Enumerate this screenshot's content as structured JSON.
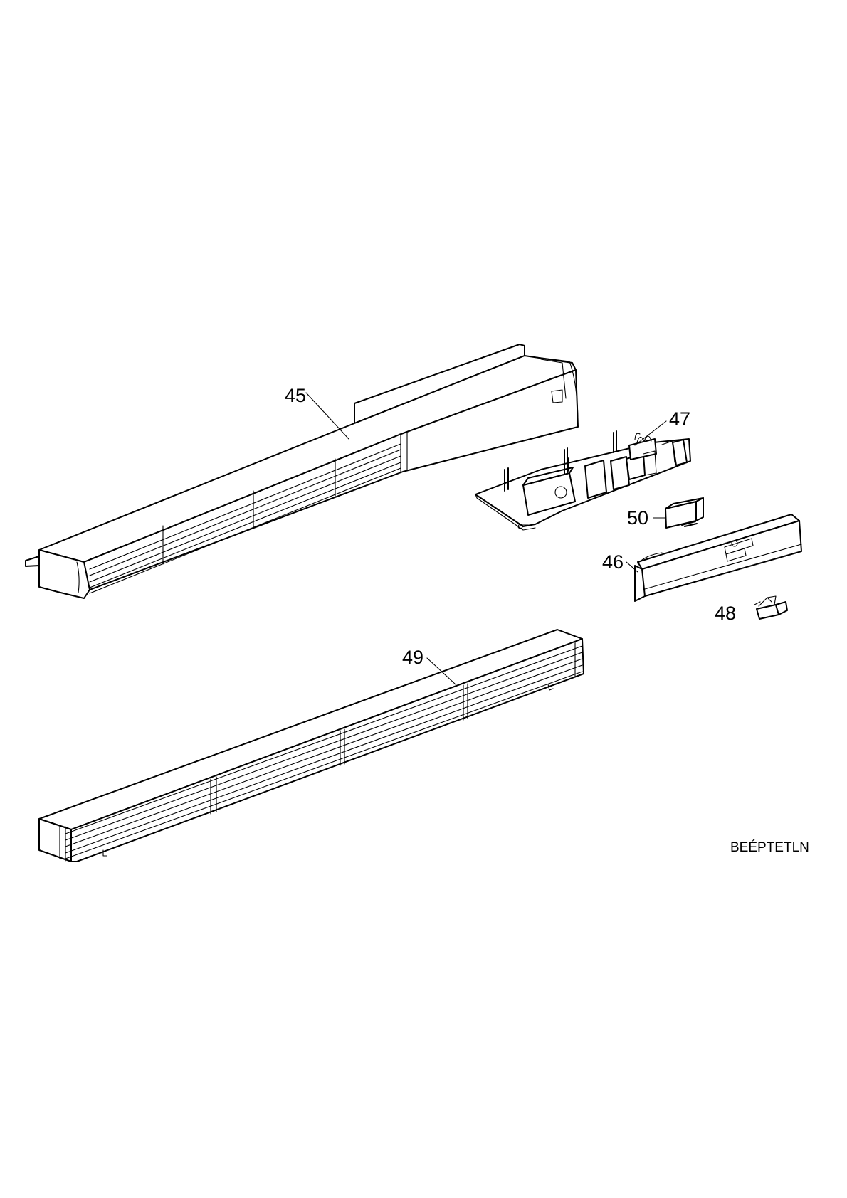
{
  "callouts": {
    "p45": "45",
    "p46": "46",
    "p47": "47",
    "p48": "48",
    "p49": "49",
    "p50": "50"
  },
  "drawing_id": "BEÉPTETLN"
}
